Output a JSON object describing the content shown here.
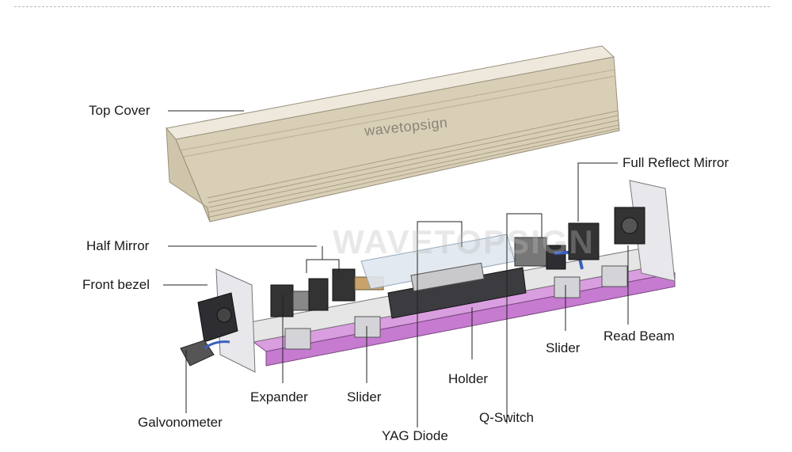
{
  "watermark": {
    "cover_text": "wavetopsign",
    "logo_text": "WAVETOPSIGN"
  },
  "labels": {
    "top_cover": "Top Cover",
    "full_reflect_mirror": "Full Reflect Mirror",
    "half_mirror": "Half Mirror",
    "front_bezel": "Front bezel",
    "read_beam": "Read Beam",
    "slider_right": "Slider",
    "holder": "Holder",
    "expander": "Expander",
    "slider_left": "Slider",
    "q_switch": "Q-Switch",
    "galvonometer": "Galvonometer",
    "yag_diode": "YAG Diode"
  },
  "colors": {
    "rail": "#c67ad0",
    "cover": "#d9cfb6",
    "line": "#222222"
  }
}
